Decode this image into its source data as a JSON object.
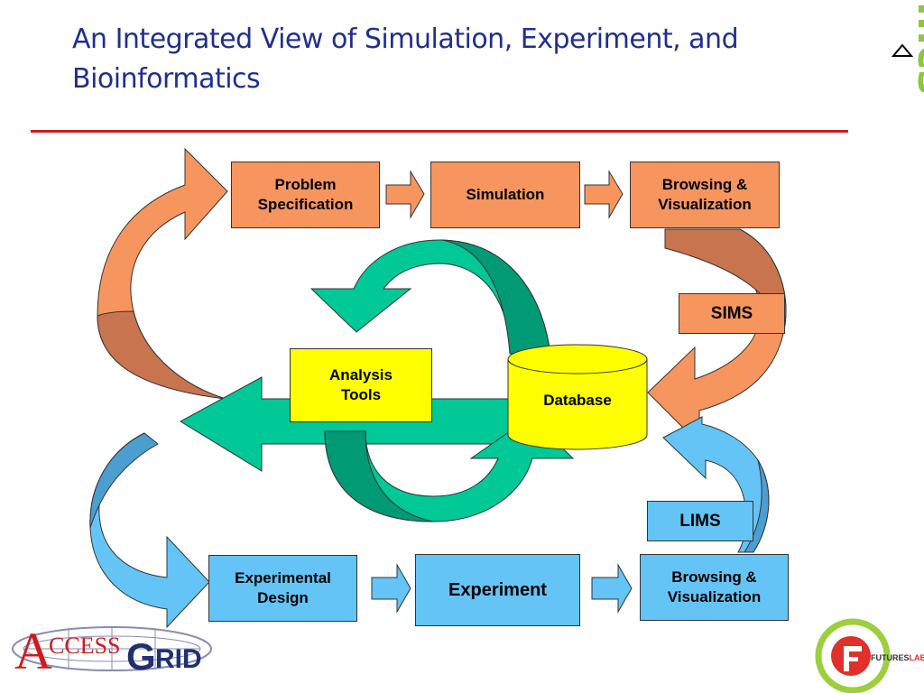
{
  "header": {
    "title": "An Integrated View of Simulation, Experiment, and Bioinformatics"
  },
  "simulation_row": {
    "boxes": [
      "Problem\nSpecification",
      "Simulation",
      "Browsing &\nVisualization"
    ]
  },
  "experiment_row": {
    "boxes": [
      "Experimental\nDesign",
      "Experiment",
      "Browsing &\nVisualization"
    ]
  },
  "center": {
    "analysis_label": "Analysis\nTools",
    "database_label": "Database"
  },
  "sims_label": "SIMS",
  "lims_label": "LIMS",
  "logos": {
    "access_grid_a": "A",
    "access_grid_ccess": "CCESS",
    "access_grid_g": "G",
    "access_grid_rid": "RID",
    "mcs": "mcs",
    "futures": "FUTURES",
    "futures_lab": "LAB"
  },
  "colors": {
    "title": "#1f2f8f",
    "rule": "#cc1d1d",
    "orange_box": "#f7955f",
    "orange_arrow_dark": "#c8744e",
    "blue_box": "#63c4f5",
    "blue_arrow_dark": "#4a9ed0",
    "green_arrow": "#00c896",
    "green_arrow_dark": "#009a75",
    "yellow": "#ffff00",
    "mcs_green": "#8dc63f",
    "futures_red": "#e0302c"
  },
  "icons": [
    "access-grid-logo",
    "mcs-logo",
    "futures-lab-logo"
  ]
}
